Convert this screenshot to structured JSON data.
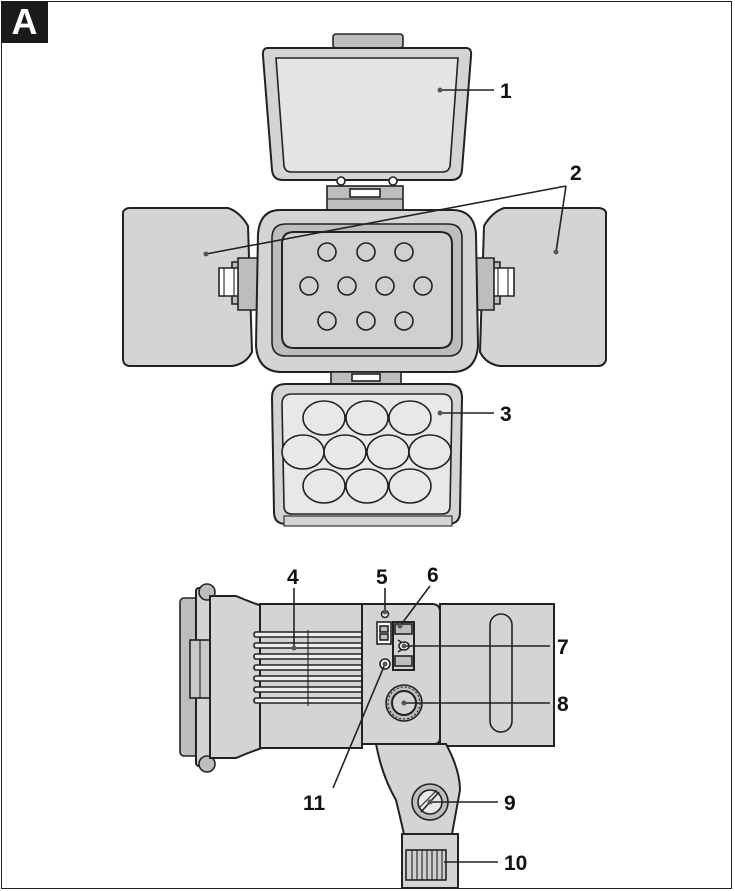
{
  "figure": {
    "section_label": "A",
    "colors": {
      "panel": "#d4d4d4",
      "panel_dark": "#b9b9b9",
      "stroke": "#222222",
      "background": "#ffffff"
    },
    "callouts": [
      {
        "id": "c1",
        "number": "1"
      },
      {
        "id": "c2",
        "number": "2"
      },
      {
        "id": "c3",
        "number": "3"
      },
      {
        "id": "c4",
        "number": "4"
      },
      {
        "id": "c5",
        "number": "5"
      },
      {
        "id": "c6",
        "number": "6"
      },
      {
        "id": "c7",
        "number": "7"
      },
      {
        "id": "c8",
        "number": "8"
      },
      {
        "id": "c9",
        "number": "9"
      },
      {
        "id": "c10",
        "number": "10"
      },
      {
        "id": "c11",
        "number": "11"
      }
    ]
  }
}
